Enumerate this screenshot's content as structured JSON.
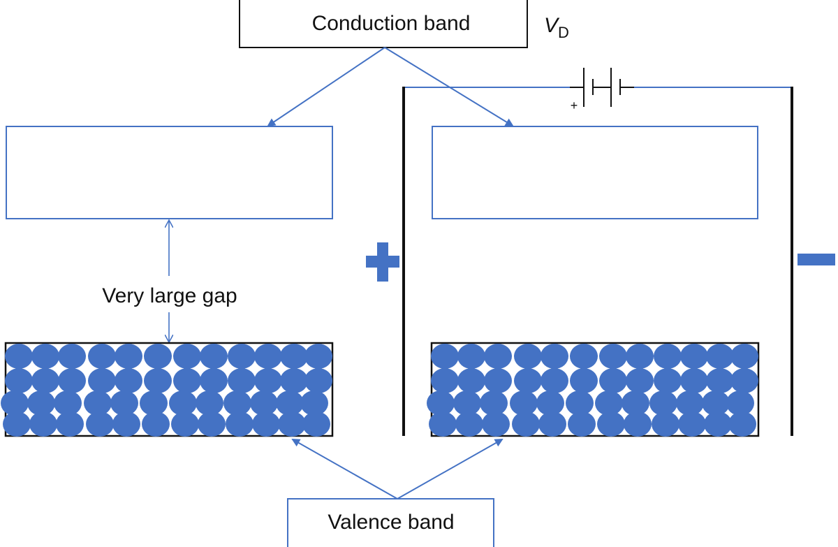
{
  "labels": {
    "conduction_band": "Conduction band",
    "valence_band": "Valence band",
    "gap": "Very large gap",
    "voltage_symbol": "V",
    "voltage_subscript": "D",
    "battery_plus": "+"
  },
  "electrode_signs": {
    "positive": "plus",
    "negative": "minus"
  },
  "electrons": {
    "rows_per_band": 4,
    "per_row": 12
  },
  "colors": {
    "accent_blue": "#4472C4",
    "electron_fill": "#4472C4",
    "outline_black": "#111111"
  }
}
